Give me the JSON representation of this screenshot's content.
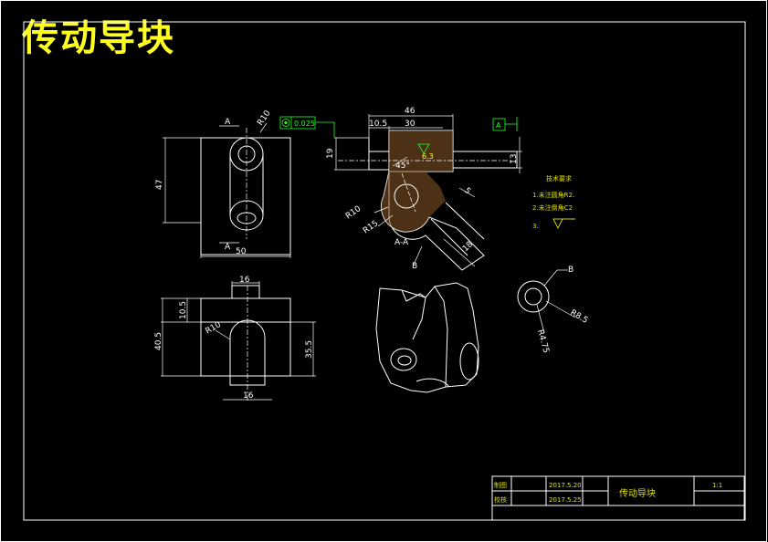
{
  "title": "传动导块",
  "views": {
    "front": {
      "section_marker": "A",
      "radius_label": "R10",
      "height_label": "47",
      "width_label": "50"
    },
    "top": {
      "tolerance_value": "0.025",
      "datum_label": "A",
      "dim_46": "46",
      "dim_30": "30",
      "dim_10_5": "10.5",
      "left_height": "19",
      "right_height": "13",
      "angle": "45°",
      "r10": "R10",
      "r15": "R15",
      "dim_5": "5",
      "dim_18": "18",
      "section_label": "A-A",
      "leader_b": "B",
      "center_mark": "6.3"
    },
    "side": {
      "dim_16": "16",
      "dim_10_5": "10.5",
      "dim_40_5": "40.5",
      "dim_35_5": "35.5",
      "r10": "R10",
      "bottom_label": "16"
    },
    "detail": {
      "label_b": "B",
      "radius_r8_5": "R8.5",
      "radius_r4_75": "R4.75"
    }
  },
  "tech_requirements": {
    "heading": "技术要求",
    "items": [
      "1.未注圆角R2.",
      "2.未注倒角C2",
      "3."
    ]
  },
  "title_block": {
    "drawn_label": "制图",
    "drawn_date": "2017.5.20",
    "checked_label": "校核",
    "checked_date": "2017.5.25",
    "part_name": "传动导块",
    "scale": "1:1"
  },
  "colors": {
    "background": "#000000",
    "lines": "#ffffff",
    "title": "#ffff22",
    "annotations": "#22ff22"
  }
}
